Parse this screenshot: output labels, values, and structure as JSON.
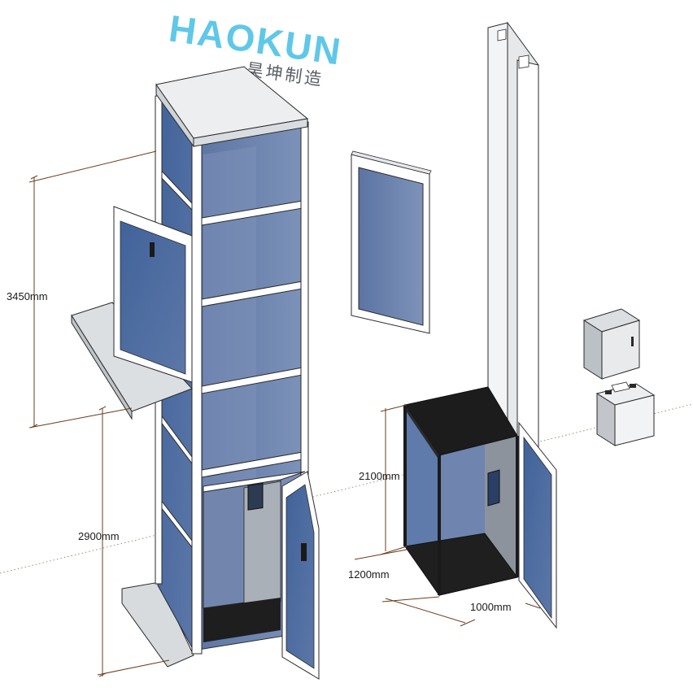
{
  "logo": {
    "brand": "HAOKUN",
    "tagline": "昊坤制造"
  },
  "dimensions": {
    "tower_upper_height": "3450mm",
    "tower_lower_height": "2900mm",
    "car_height": "2100mm",
    "car_depth": "1200mm",
    "car_width": "1000mm"
  },
  "colors": {
    "glass": "#4a6898",
    "glass_light": "#6f86ad",
    "frame": "#ffffff",
    "roof": "#e9ecef",
    "car_body": "#1c1c1c",
    "dimension_line": "#6b3d1e",
    "logo_blue": "#5fc8e8"
  },
  "components": [
    "elevator-tower-icon",
    "landing-door-icon",
    "guide-rail-column-icon",
    "elevator-car-icon",
    "control-cabinet-icon",
    "battery-box-icon"
  ]
}
